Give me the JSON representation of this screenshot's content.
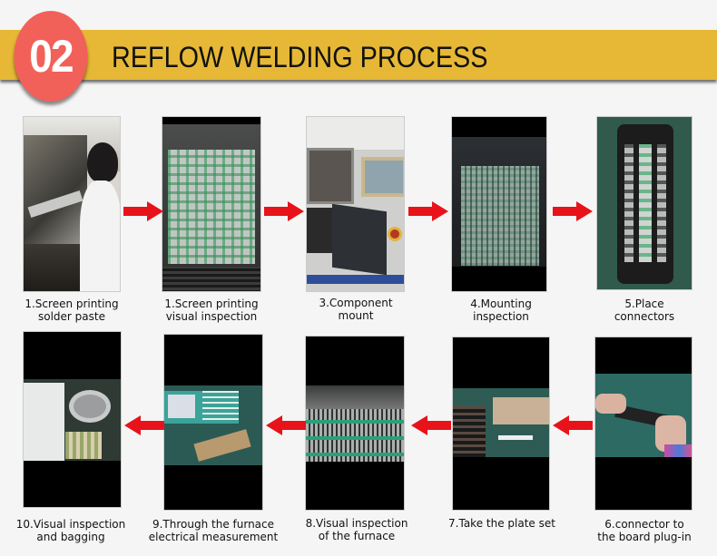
{
  "header": {
    "number": "02",
    "title": "REFLOW WELDING PROCESS"
  },
  "colors": {
    "banner": "#e6b835",
    "badge": "#f2605a",
    "arrow": "#e8131a"
  },
  "steps": [
    {
      "id": "step-1a",
      "caption_line1": "1.Screen printing",
      "caption_line2": "solder paste",
      "photo": "worker-screen-printing-machine"
    },
    {
      "id": "step-1b",
      "caption_line1": "1.Screen printing",
      "caption_line2": "visual inspection",
      "photo": "pcb-panel-green-grid"
    },
    {
      "id": "step-3",
      "caption_line1": "3.Component",
      "caption_line2": "mount",
      "photo": "smt-mounting-machine"
    },
    {
      "id": "step-4",
      "caption_line1": "4.Mounting",
      "caption_line2": "inspection",
      "photo": "mounted-boards-in-rack"
    },
    {
      "id": "step-5",
      "caption_line1": "5.Place",
      "caption_line2": "connectors",
      "photo": "connector-fixture"
    },
    {
      "id": "step-6",
      "caption_line1": "6.connector to",
      "caption_line2": "the board plug-in",
      "photo": "hands-plugging-connectors"
    },
    {
      "id": "step-7",
      "caption_line1": "7.Take the plate set",
      "caption_line2": "",
      "photo": "plate-set-on-table"
    },
    {
      "id": "step-8",
      "caption_line1": "8.Visual inspection",
      "caption_line2": "of the furnace",
      "photo": "furnace-conveyor"
    },
    {
      "id": "step-9",
      "caption_line1": "9.Through the furnace",
      "caption_line2": "electrical measurement",
      "photo": "electrical-tester"
    },
    {
      "id": "step-10",
      "caption_line1": "10.Visual inspection",
      "caption_line2": "and bagging",
      "photo": "magnifier-inspection"
    }
  ],
  "arrows": {
    "top_row_direction": "right",
    "bottom_row_direction": "left"
  }
}
